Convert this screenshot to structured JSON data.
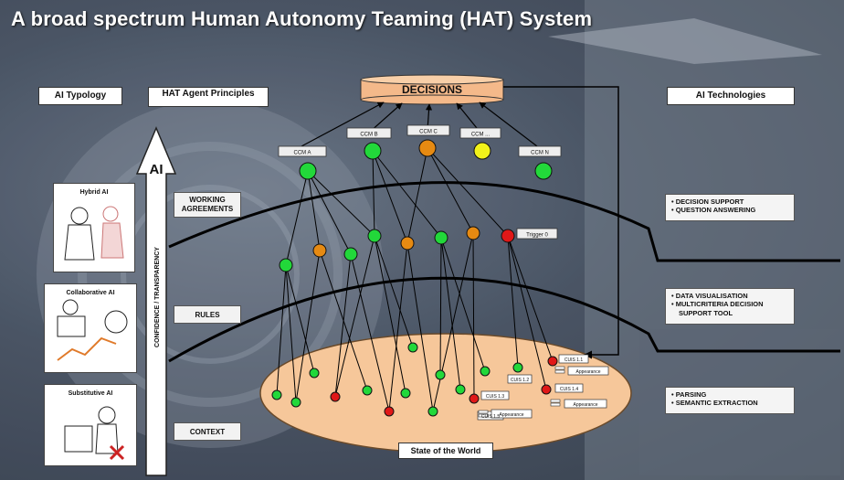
{
  "title": "A broad spectrum Human Autonomy Teaming (HAT) System",
  "headers": {
    "ai_typology": "AI  Typology",
    "hat_agent_principles": "HAT Agent Principles",
    "ai_technologies": "AI  Technologies"
  },
  "decisions_label": "DECISIONS",
  "ccm_labels": [
    "CCM A",
    "CCM B",
    "CCM C",
    "CCM ...",
    "CCM N"
  ],
  "arrow_ai_label": "AI",
  "vertical_axis_label": "CONFIDENCE / TRANSPARENCY",
  "principles": [
    "WORKING AGREEMENTS",
    "RULES",
    "CONTEXT"
  ],
  "typology_panels": [
    "Hybrid AI",
    "Collaborative AI",
    "Substitutive AI"
  ],
  "tech_boxes": [
    [
      "DECISION SUPPORT",
      "QUESTION ANSWERING"
    ],
    [
      "DATA VISUALISATION",
      "MULTICRITERIA DECISION",
      "SUPPORT TOOL"
    ],
    [
      "PARSING",
      "SEMANTIC EXTRACTION"
    ]
  ],
  "trigger_label": "Trigger 0",
  "cuis": [
    "CUIS 1.1",
    "CUIS 1.2",
    "CUIS 1.3",
    "CUIS 1.4",
    "CUIS 1.5"
  ],
  "appearance_label": "Appearance",
  "state_of_world": "State of the World",
  "colors": {
    "green": "#22d83a",
    "orange": "#e68a12",
    "yellow": "#f2f21a",
    "red": "#e01818",
    "ellipse": "#f6c79a",
    "decisions": "#f4b98a"
  }
}
